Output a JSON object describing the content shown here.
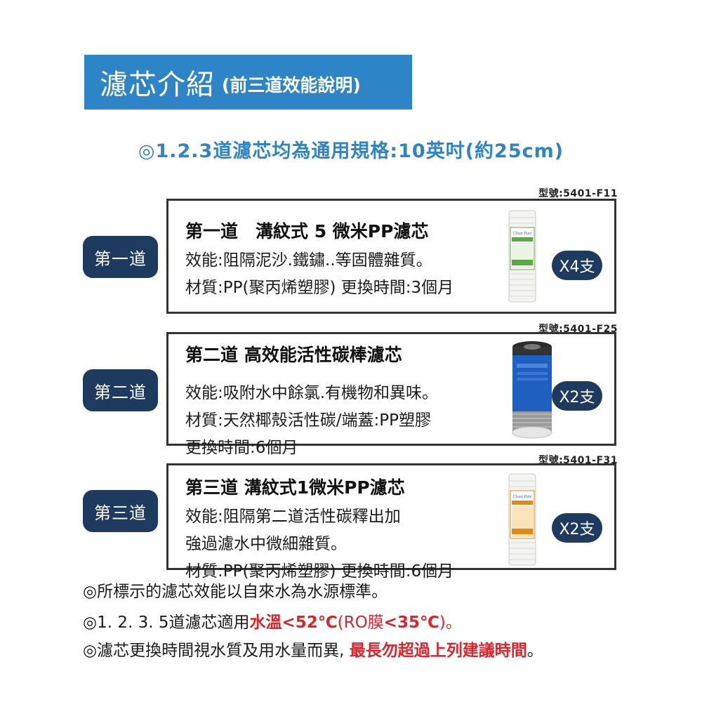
{
  "header": {
    "title": "濾芯介紹",
    "subtitle": "(前三道效能說明)"
  },
  "spec_line": "◎1.2.3道濾芯均為通用規格:10英吋(約25cm)",
  "stages": [
    {
      "model": "型號:5401-F11",
      "stage_label": "第一道",
      "title": "第一道　溝紋式 5 微米PP濾芯",
      "lines": [
        "效能:阻隔泥沙.鐵鏽..等固體雜質。",
        "材質:PP(聚丙烯塑膠) 更換時間:3個月"
      ],
      "quantity": "X4支",
      "filter_icon": "pp-filter-cartridge-icon",
      "filter_brand": "Clean Pure"
    },
    {
      "model": "型號:5401-F25",
      "stage_label": "第二道",
      "title": "第二道  高效能活性碳棒濾芯",
      "lines": [
        "效能:吸附水中餘氯.有機物和異味。",
        "材質:天然椰殼活性碳/端蓋:PP塑膠",
        "更換時間:6個月"
      ],
      "quantity": "X2支",
      "filter_icon": "carbon-block-filter-icon"
    },
    {
      "model": "型號:5401-F31",
      "stage_label": "第三道",
      "title": "第三道  溝紋式1微米PP濾芯",
      "lines": [
        "效能:阻隔第二道活性碳釋出加",
        "強過濾水中微細雜質。",
        "材質:PP(聚丙烯塑膠) 更換時間:6個月"
      ],
      "quantity": "X2支",
      "filter_icon": "pp-filter-cartridge-icon",
      "filter_brand": "Clean Pure"
    }
  ],
  "footer": {
    "note1": "◎所標示的濾芯效能以自來水為水源標準。",
    "note2_prefix": "◎1. 2. 3. 5道濾芯適用",
    "note2_red1": "水溫<52℃",
    "note2_mid": "(RO膜",
    "note2_red2": "<35℃",
    "note2_suffix": ")。",
    "note3_prefix": "◎濾芯更換時間視水質及用水量而異, ",
    "note3_red": "最長勿超過上列建議時間",
    "note3_suffix": "。"
  },
  "colors": {
    "banner_blue": "#2d84c7",
    "navy": "#1e3a5f",
    "warning_red": "#e0222a"
  }
}
